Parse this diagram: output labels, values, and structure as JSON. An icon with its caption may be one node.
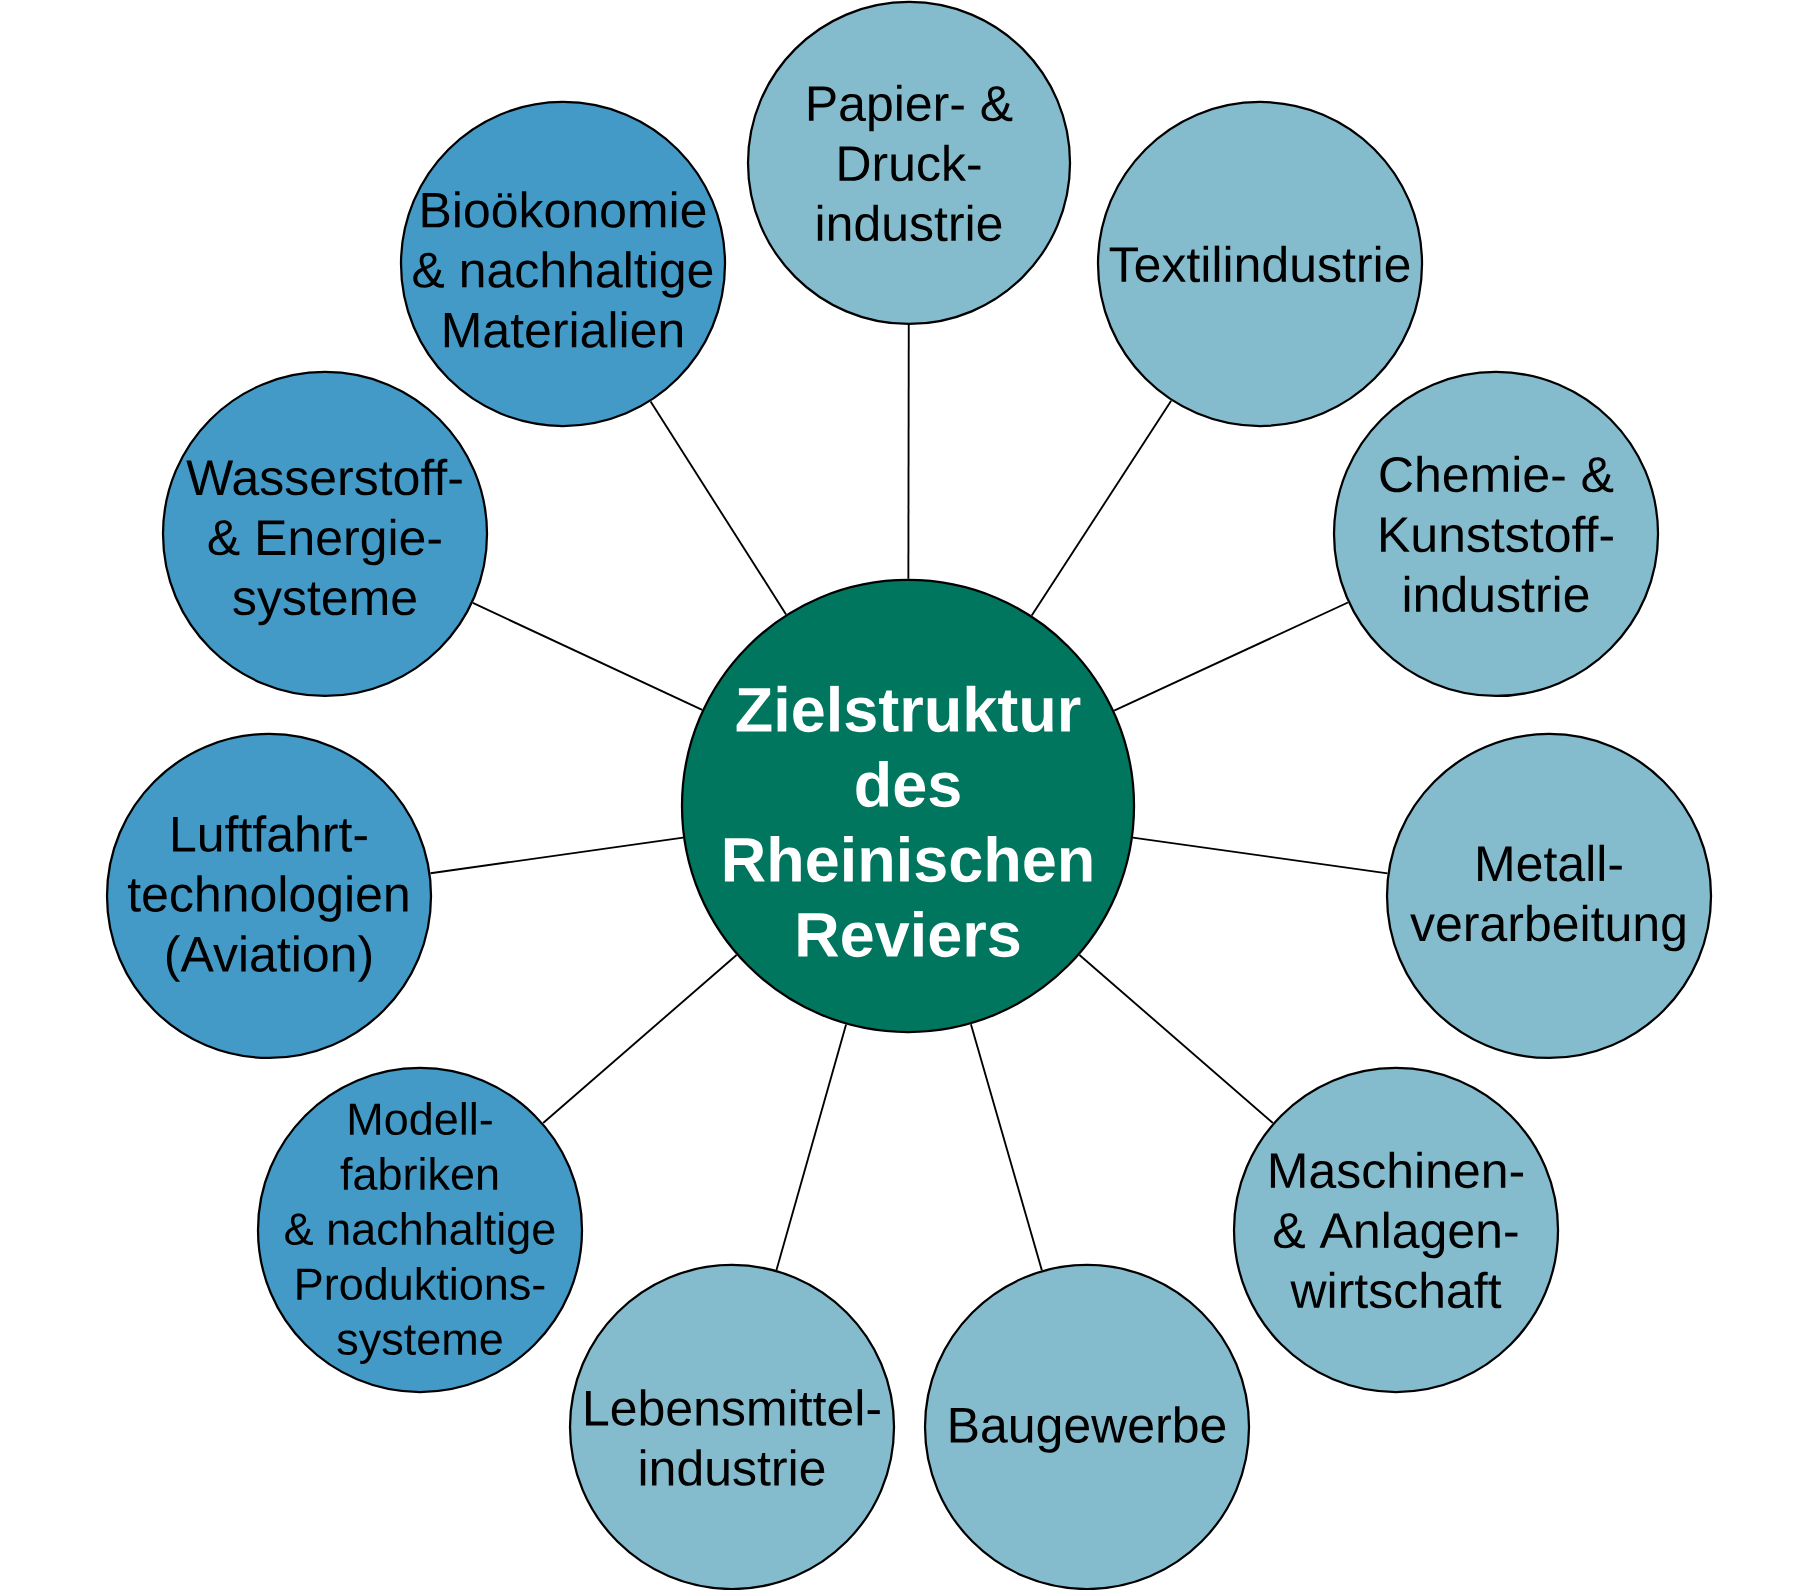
{
  "diagram": {
    "nodes": [
      {
        "text": [
          "Zielstruktur des Rheinischen Reviers"
        ]
      },
      {
        "text": [
          "Papier- & Druck- industrie"
        ]
      },
      {
        "text": [
          "Textilindustrie"
        ]
      },
      {
        "text": [
          "Chemie- & Kunststoff- industrie"
        ]
      },
      {
        "text": [
          "Metall- verarbeitung"
        ]
      },
      {
        "text": [
          "Maschinen- & Anlagen- wirtschaft"
        ]
      },
      {
        "text": [
          "Baugewerbe"
        ]
      },
      {
        "text": [
          "Lebensmittel- industrie"
        ]
      },
      {
        "text": [
          "Modell- fabriken & nachhaltige Produktions- systeme"
        ]
      },
      {
        "text": [
          "Luftfahrt- technologien (Aviation)"
        ]
      },
      {
        "text": [
          "Wasserstoff- & Energie- systeme"
        ]
      },
      {
        "text": [
          "Bioökonomie & nachhaltige Materialien"
        ]
      }
    ],
    "edges": [
      {
        "from": 0,
        "to": 1,
        "arrow": "none"
      },
      {
        "from": 0,
        "to": 2,
        "arrow": "none"
      },
      {
        "from": 0,
        "to": 3,
        "arrow": "none"
      },
      {
        "from": 0,
        "to": 4,
        "arrow": "none"
      },
      {
        "from": 0,
        "to": 5,
        "arrow": "none"
      },
      {
        "from": 0,
        "to": 6,
        "arrow": "none"
      },
      {
        "from": 0,
        "to": 7,
        "arrow": "none"
      },
      {
        "from": 0,
        "to": 8,
        "arrow": "none"
      },
      {
        "from": 0,
        "to": 9,
        "arrow": "none"
      },
      {
        "from": 0,
        "to": 10,
        "arrow": "none"
      },
      {
        "from": 0,
        "to": 11,
        "arrow": "none"
      }
    ]
  }
}
